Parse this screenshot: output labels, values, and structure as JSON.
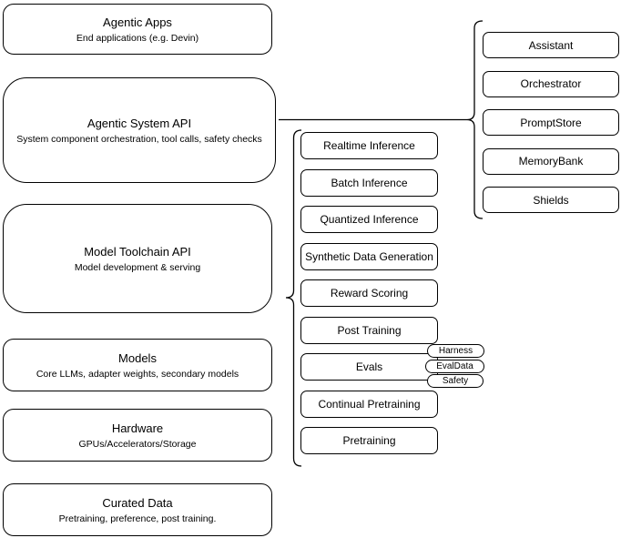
{
  "diagram": {
    "left_stack": [
      {
        "title": "Agentic Apps",
        "subtitle": "End applications (e.g. Devin)"
      },
      {
        "title": "Agentic System API",
        "subtitle": "System component orchestration, tool calls, safety checks"
      },
      {
        "title": "Model Toolchain API",
        "subtitle": "Model development & serving"
      },
      {
        "title": "Models",
        "subtitle": "Core LLMs, adapter weights, secondary models"
      },
      {
        "title": "Hardware",
        "subtitle": "GPUs/Accelerators/Storage"
      },
      {
        "title": "Curated Data",
        "subtitle": "Pretraining, preference, post training."
      }
    ],
    "toolchain_items": [
      "Realtime Inference",
      "Batch Inference",
      "Quantized Inference",
      "Synthetic Data Generation",
      "Reward Scoring",
      "Post Training",
      "Evals",
      "Continual Pretraining",
      "Pretraining"
    ],
    "eval_tags": [
      "Harness",
      "EvalData",
      "Safety"
    ],
    "system_components": [
      "Assistant",
      "Orchestrator",
      "PromptStore",
      "MemoryBank",
      "Shields"
    ],
    "colors": {
      "stroke": "#000000",
      "background": "#ffffff"
    }
  }
}
